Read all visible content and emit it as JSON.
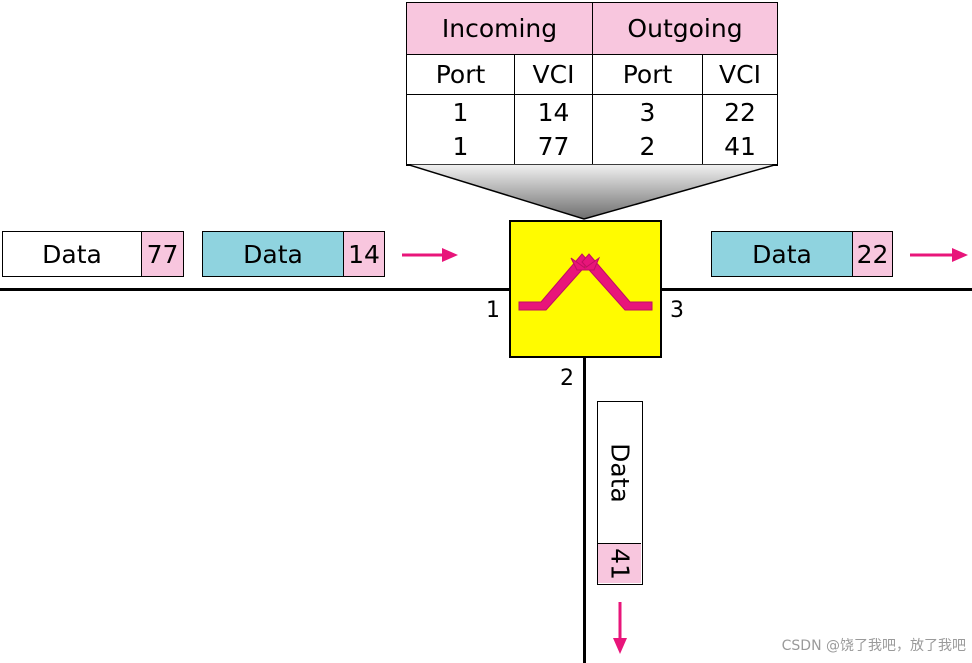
{
  "table": {
    "incoming_header": "Incoming",
    "outgoing_header": "Outgoing",
    "col_port_in": "Port",
    "col_vci_in": "VCI",
    "col_port_out": "Port",
    "col_vci_out": "VCI",
    "rows": [
      {
        "in_port": "1",
        "in_vci": "14",
        "out_port": "3",
        "out_vci": "22"
      },
      {
        "in_port": "1",
        "in_vci": "77",
        "out_port": "2",
        "out_vci": "41"
      }
    ]
  },
  "packets": {
    "in_first": {
      "label": "Data",
      "vci": "77"
    },
    "in_second": {
      "label": "Data",
      "vci": "14"
    },
    "out_port3": {
      "label": "Data",
      "vci": "22"
    },
    "out_port2": {
      "label": "Data",
      "vci": "41"
    }
  },
  "ports": {
    "p1": "1",
    "p2": "2",
    "p3": "3"
  },
  "watermark": "CSDN @饶了我吧，放了我吧",
  "colors": {
    "header_fill": "#f8c6de",
    "vci_fill": "#f8c6de",
    "data_fill": "#8fd3df",
    "switch_fill": "#fffb00",
    "arrow": "#e8157a",
    "funnel_gradient": [
      "#f2f2f2",
      "#6e6e6e"
    ]
  },
  "icons": {
    "switch": "switch-crossover-icon",
    "arrow": "arrow-icon"
  }
}
